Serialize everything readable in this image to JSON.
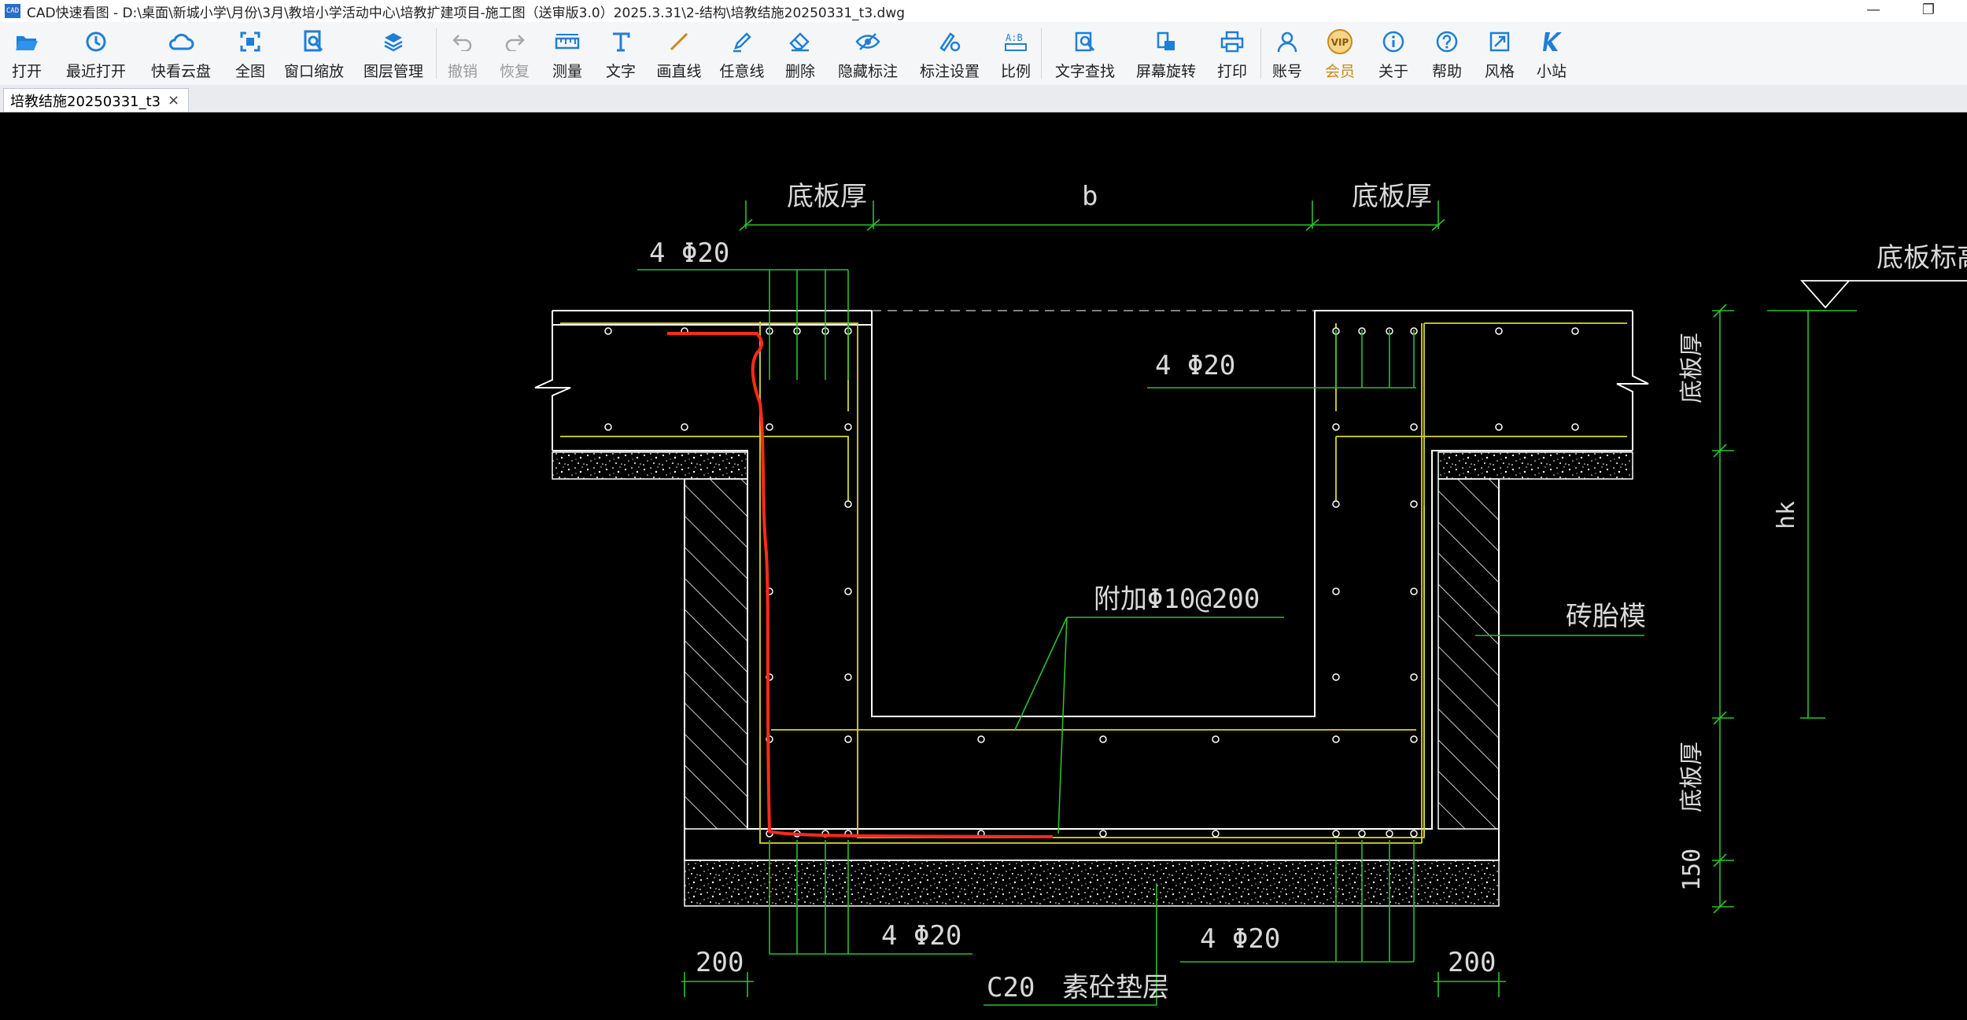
{
  "window": {
    "title": "CAD快速看图 - D:\\桌面\\新城小学\\月份\\3月\\教培小学活动中心\\培教扩建项目-施工图（送审版3.0）2025.3.31\\2-结构\\培教结施20250331_t3.dwg",
    "minimize_glyph": "—",
    "restore_glyph": "❐",
    "app_icon_text": "CAD"
  },
  "toolbar": {
    "items": [
      {
        "label": "打开",
        "icon": "folder-open-icon"
      },
      {
        "label": "最近打开",
        "icon": "history-icon"
      },
      {
        "label": "快看云盘",
        "icon": "cloud-icon"
      },
      {
        "label": "全图",
        "icon": "fit-screen-icon"
      },
      {
        "label": "窗口缩放",
        "icon": "zoom-window-icon"
      },
      {
        "label": "图层管理",
        "icon": "layers-icon"
      },
      {
        "label": "撤销",
        "icon": "undo-icon"
      },
      {
        "label": "恢复",
        "icon": "redo-icon"
      },
      {
        "label": "测量",
        "icon": "ruler-icon"
      },
      {
        "label": "文字",
        "icon": "text-icon"
      },
      {
        "label": "画直线",
        "icon": "line-icon"
      },
      {
        "label": "任意线",
        "icon": "pen-icon"
      },
      {
        "label": "删除",
        "icon": "eraser-icon"
      },
      {
        "label": "隐藏标注",
        "icon": "eye-hide-icon"
      },
      {
        "label": "标注设置",
        "icon": "annotation-settings-icon"
      },
      {
        "label": "比例",
        "icon": "scale-icon"
      },
      {
        "label": "文字查找",
        "icon": "text-search-icon"
      },
      {
        "label": "屏幕旋转",
        "icon": "rotate-screen-icon"
      },
      {
        "label": "打印",
        "icon": "printer-icon"
      },
      {
        "label": "账号",
        "icon": "user-icon"
      },
      {
        "label": "会员",
        "icon": "vip-icon"
      },
      {
        "label": "关于",
        "icon": "info-icon"
      },
      {
        "label": "帮助",
        "icon": "help-icon"
      },
      {
        "label": "风格",
        "icon": "style-icon"
      },
      {
        "label": "小站",
        "icon": "k-station-icon"
      }
    ],
    "vip_badge": "VIP"
  },
  "tabs": [
    {
      "label": "培教结施20250331_t3",
      "close": "×"
    }
  ],
  "drawing": {
    "labels": {
      "slab_thk_left": "底板厚",
      "b": "b",
      "slab_thk_right": "底板厚",
      "rebar_top_left": "4 Φ20",
      "rebar_top_right": "4 Φ20",
      "slab_elev": "底板标高",
      "slab_thk_v_top": "底板厚",
      "hk": "hk",
      "additional_rebar": "附加Φ10@200",
      "brick_mould": "砖胎模",
      "slab_thk_v_bottom": "底板厚",
      "dim_150": "150",
      "rebar_bottom_left": "4 Φ20",
      "rebar_bottom_right": "4 Φ20",
      "dim_200_left": "200",
      "dim_200_right": "200",
      "concrete_grade": "C20",
      "cushion_layer": "素砼垫层"
    },
    "colors": {
      "background": "#000000",
      "outline": "#ffffff",
      "dimension": "#2bbf2b",
      "rebar": "#d8d82a",
      "markup": "#ff2a1a",
      "accent": "#1e7fd6",
      "vip_gold": "#c9891c"
    }
  }
}
